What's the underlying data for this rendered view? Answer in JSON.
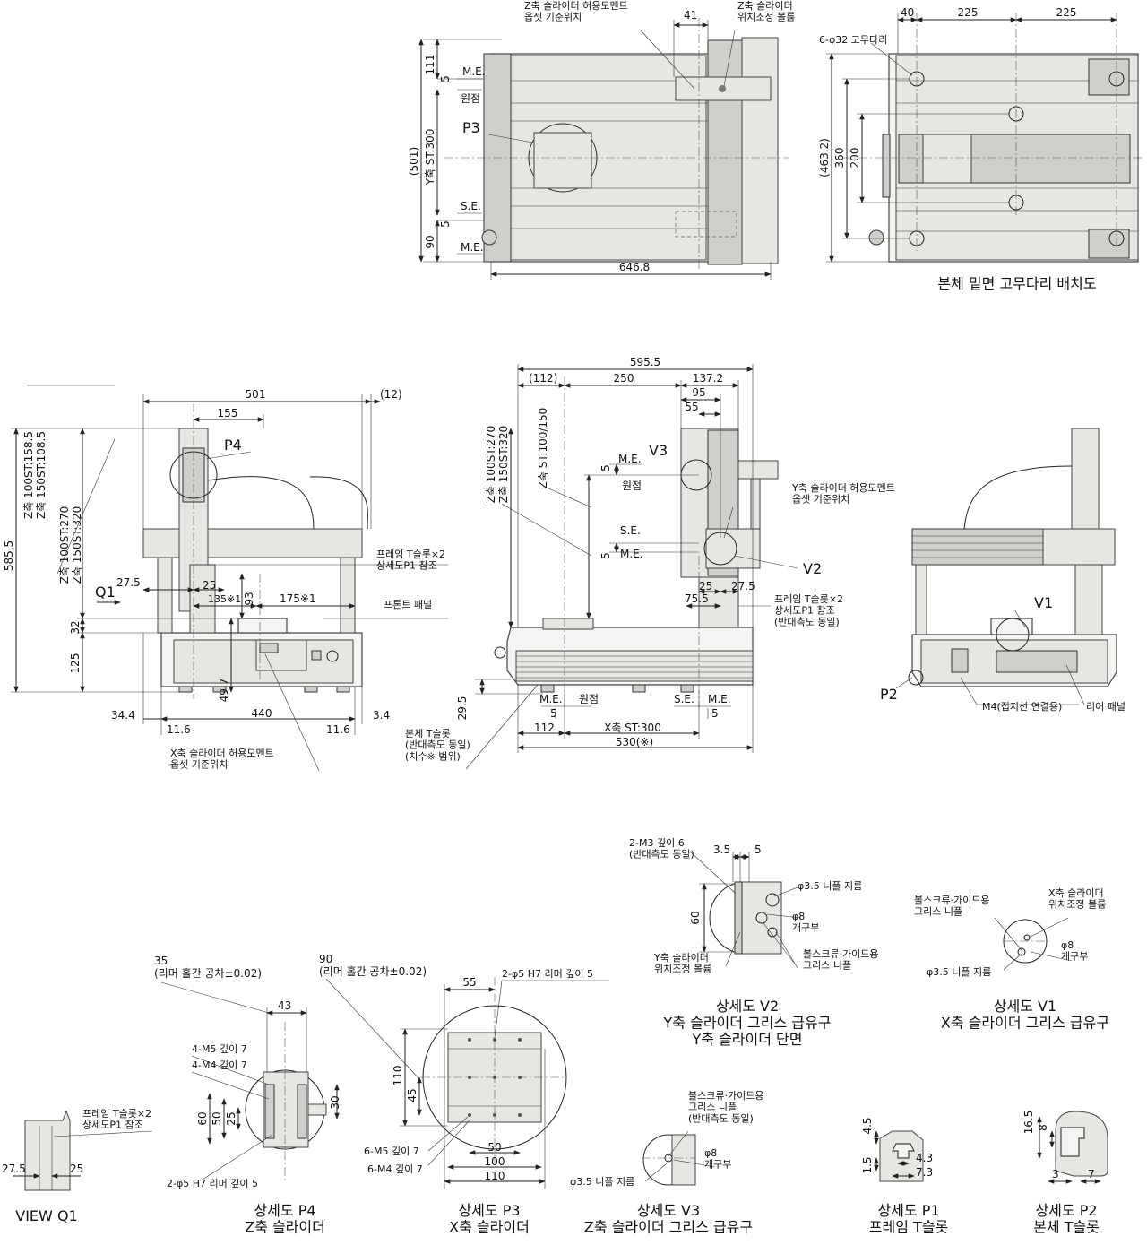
{
  "views": {
    "top": {
      "labels": {
        "z_moment": "Z축 슬라이더 허용모멘트\n옵셋 기준위치",
        "z_adjust": "Z축 슬라이더\n위치조정 볼륨",
        "me_top": "M.E.",
        "origin": "원점",
        "p3": "P3",
        "se": "S.E.",
        "me_bottom": "M.E."
      },
      "dims": {
        "d41": "41",
        "d111": "111",
        "d5a": "5",
        "d501": "(501)",
        "ystroke": "Y축 ST:300",
        "d5b": "5",
        "d90": "90",
        "d646": "646.8"
      }
    },
    "bottom_feet": {
      "dims": {
        "d40": "40",
        "d225a": "225",
        "d225b": "225",
        "d463": "(463.2)",
        "d360": "360",
        "d200": "200"
      },
      "labels": {
        "feet": "6-φ32 고무다리"
      },
      "caption": "본체 밑면 고무다리 배치도"
    },
    "front": {
      "dims": {
        "d501": "501",
        "d12": "(12)",
        "d155": "155",
        "d585": "585.5",
        "z_upper": "Z축 100ST:158.5\nZ축 150ST:108.5",
        "z_lower": "Z축 100ST:270\nZ축 150ST:320",
        "d27": "27.5",
        "d25": "25",
        "d135": "135※1",
        "d93": "93",
        "d175": "175※1",
        "d32": "32",
        "d125": "125",
        "d49": "49.7",
        "d344": "34.4",
        "d116a": "11.6",
        "d440": "440",
        "d116b": "11.6",
        "d34": "3.4"
      },
      "labels": {
        "p4": "P4",
        "q1": "Q1",
        "tslot": "프레임 T슬롯×2\n상세도P1 참조",
        "panel": "프론트 패널",
        "x_moment": "X축 슬라이더 허용모멘트\n옵셋 기준위치"
      }
    },
    "side": {
      "dims": {
        "d595": "595.5",
        "d112": "(112)",
        "d250": "250",
        "d137": "137.2",
        "d95": "95",
        "d55": "55",
        "z_side": "Z축 100ST:270\nZ축 150ST:320",
        "zst": "Z축 ST:100/150",
        "d5a": "5",
        "d5b": "5",
        "d25": "25",
        "d27": "27.5",
        "d75": "75.5",
        "d29": "29.5",
        "d5c": "5",
        "d5d": "5",
        "d112b": "112",
        "xst": "X축 ST:300",
        "d530": "530(※)"
      },
      "labels": {
        "v3": "V3",
        "me1": "M.E.",
        "origin1": "원점",
        "se1": "S.E.",
        "me2": "M.E.",
        "y_moment": "Y축 슬라이더 허용모멘트\n옵셋 기준위치",
        "v2": "V2",
        "tslot": "프레임 T슬롯×2\n상세도P1 참조\n(반대측도 동일)",
        "me3": "M.E.",
        "origin2": "원점",
        "se3": "S.E.",
        "me4": "M.E.",
        "body_tslot": "본체 T슬롯\n(반대측도 동일)\n(치수※ 범위)"
      }
    },
    "rear": {
      "labels": {
        "v1": "V1",
        "p2": "P2",
        "m4": "M4(접지선 연결용)",
        "rear_panel": "리어 패널"
      }
    }
  },
  "details": {
    "q1": {
      "caption": "VIEW Q1",
      "note": "프레임 T슬롯×2\n상세도P1 참조",
      "d27": "27.5",
      "d25": "25"
    },
    "p4": {
      "caption": "상세도 P4\nZ축 슬라이더",
      "dims": {
        "d35": "35\n(리머 홀간 공차±0.02)",
        "d43": "43",
        "m5": "4-M5 깊이 7",
        "m4": "4-M4 깊이 7",
        "d60": "60",
        "d50": "50",
        "d25": "25",
        "d30": "30",
        "reamer": "2-φ5 H7 리머 깊이 5"
      }
    },
    "p3": {
      "caption": "상세도 P3\nX축 슬라이더",
      "dims": {
        "d90": "90\n(리머 홀간 공차±0.02)",
        "reamer": "2-φ5 H7 리머 깊이 5",
        "d55": "55",
        "d110v": "110",
        "d45": "45",
        "m5": "6-M5 깊이 7",
        "m4": "6-M4 깊이 7",
        "d50": "50",
        "d100": "100",
        "d110h": "110"
      }
    },
    "v2": {
      "caption": "상세도 V2\nY축 슬라이더 그리스 급유구\nY축 슬라이더 단면",
      "dims": {
        "m3": "2-M3 깊이 6\n(반대측도 동일)",
        "d35": "3.5",
        "d5": "5",
        "d60": "60"
      },
      "labels": {
        "nipple": "φ3.5 니플 지름",
        "phi8": "φ8\n개구부",
        "grease": "볼스크류·가이드용\n그리스 니플",
        "adjust": "Y축 슬라이더\n위치조정 볼륨"
      }
    },
    "v1": {
      "caption": "상세도 V1\nX축 슬라이더 그리스 급유구",
      "labels": {
        "grease": "볼스크류·가이드용\n그리스 니플",
        "adjust": "X축 슬라이더\n위치조정 볼륨",
        "phi8": "φ8\n개구부",
        "nipple": "φ3.5 니플 지름"
      }
    },
    "v3": {
      "caption": "상세도 V3\nZ축 슬라이더 그리스 급유구",
      "labels": {
        "grease": "볼스크류·가이드용\n그리스 니플\n(반대측도 동일)",
        "phi8": "φ8\n개구부",
        "nipple": "φ3.5 니플 지름"
      }
    },
    "p1": {
      "caption": "상세도 P1\n프레임 T슬롯",
      "dims": {
        "d45": "4.5",
        "d15": "1.5",
        "d43": "4.3",
        "d73": "7.3"
      }
    },
    "p2": {
      "caption": "상세도 P2\n본체 T슬롯",
      "dims": {
        "d165": "16.5",
        "d8": "8",
        "d3": "3",
        "d7": "7"
      }
    }
  }
}
